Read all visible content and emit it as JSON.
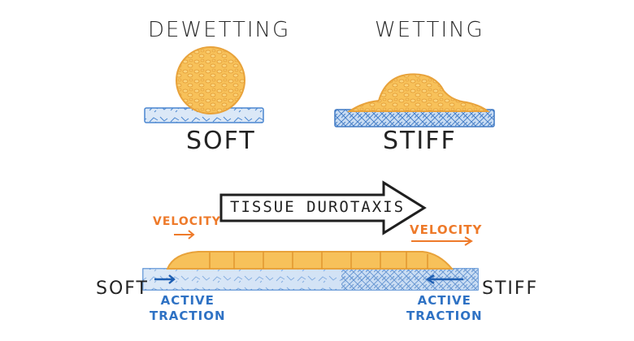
{
  "top": {
    "left_title": "DEWETTING",
    "right_title": "WETTING",
    "left_substrate": "SOFT",
    "right_substrate": "STIFF"
  },
  "bottom": {
    "arrow_label": "TISSUE DUROTAXIS",
    "velocity_left": "VELOCITY",
    "velocity_right": "VELOCITY",
    "side_left": "SOFT",
    "side_right": "STIFF",
    "traction_left": [
      "ACTIVE",
      "TRACTION"
    ],
    "traction_right": [
      "ACTIVE",
      "TRACTION"
    ]
  },
  "colors": {
    "cell_fill": "#f7c15a",
    "cell_stroke": "#e8a23a",
    "substrate_fill": "#cfe0f4",
    "substrate_line": "#4a86d0",
    "orange": "#ee7a2a",
    "blue": "#2f72c4",
    "ink": "#2b2b2b"
  }
}
